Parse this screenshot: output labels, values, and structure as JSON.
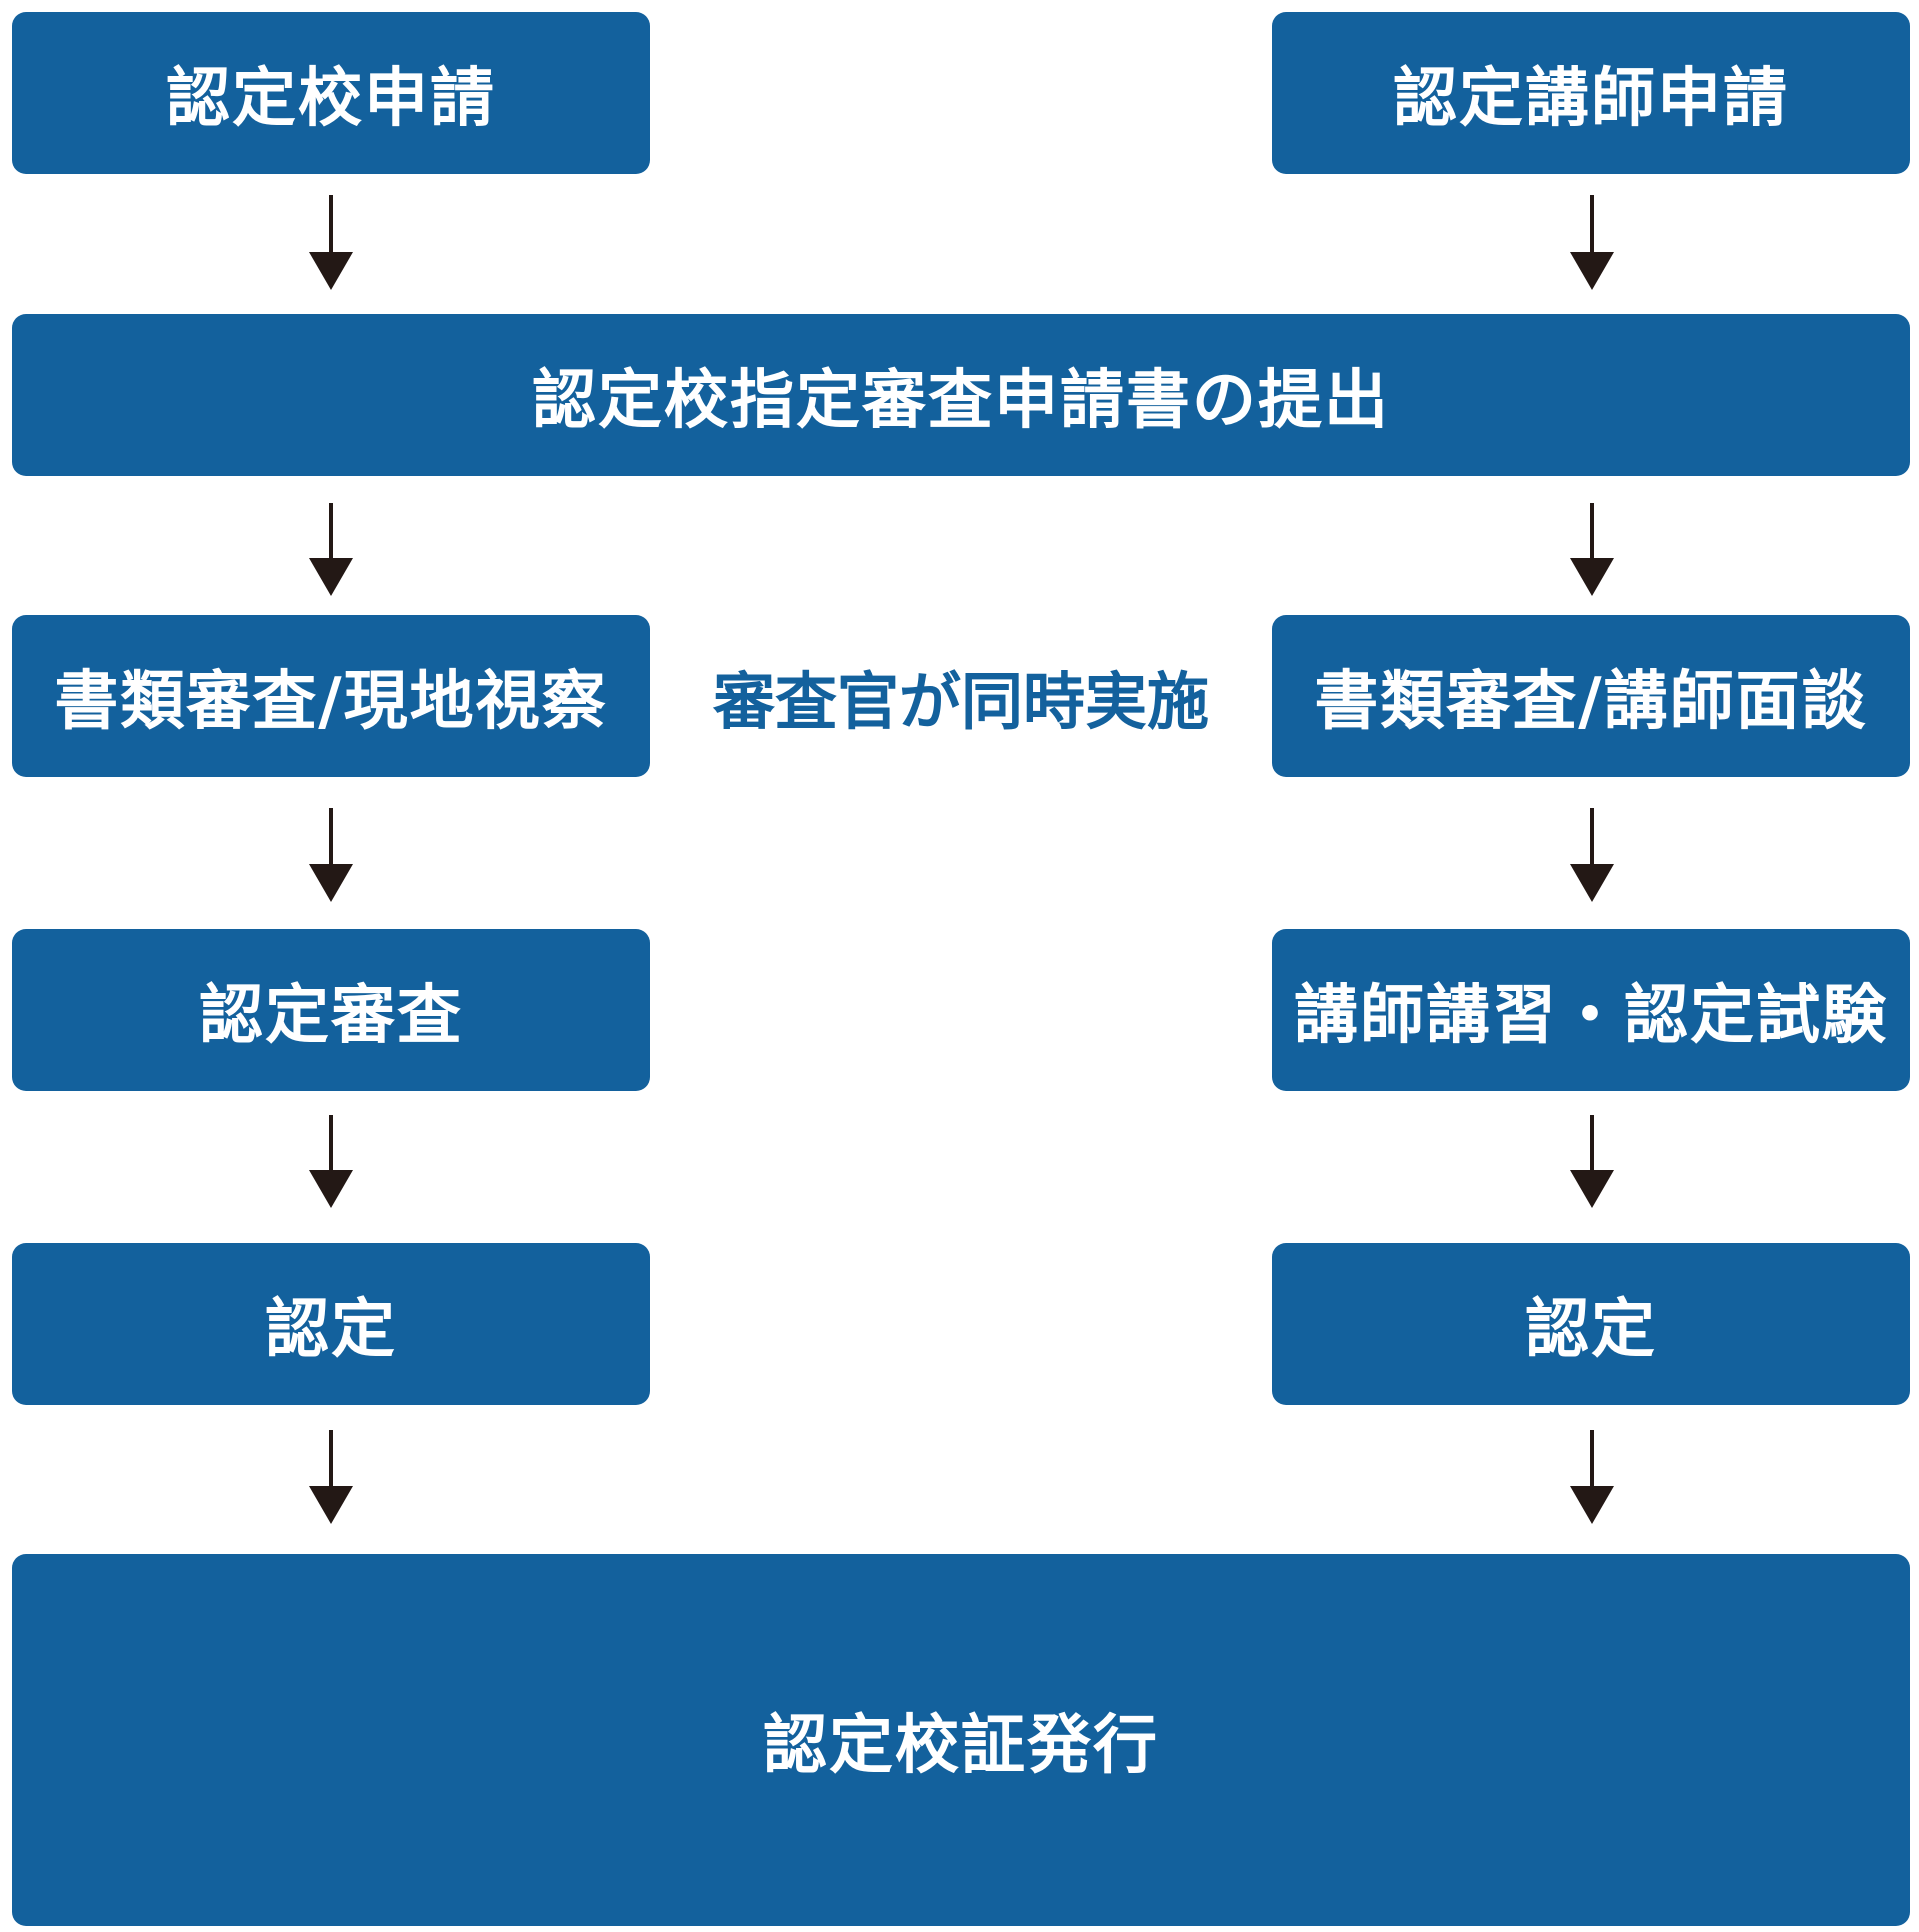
{
  "colors": {
    "box_fill": "#13619d",
    "box_text": "#ffffff",
    "note_text": "#13619d",
    "arrow": "#231815"
  },
  "left": {
    "apply": "認定校申請",
    "review": "書類審査/現地視察",
    "exam": "認定審査",
    "certify": "認定"
  },
  "right": {
    "apply": "認定講師申請",
    "review": "書類審査/講師面談",
    "exam": "講師講習・認定試験",
    "certify": "認定"
  },
  "submit": "認定校指定審査申請書の提出",
  "note": "審査官が同時実施",
  "issue": "認定校証発行"
}
